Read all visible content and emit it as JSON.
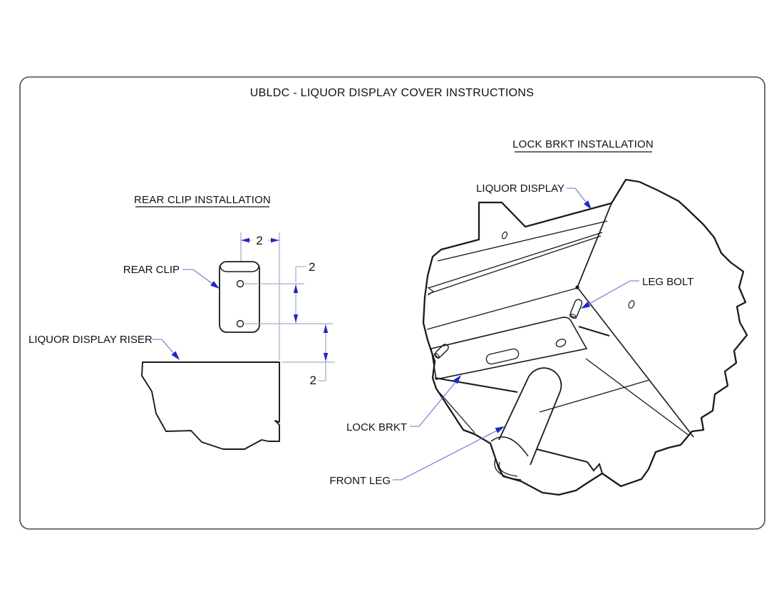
{
  "sheet": {
    "title": "UBLDC - LIQUOR DISPLAY COVER INSTRUCTIONS"
  },
  "rear_clip_view": {
    "header": "REAR CLIP INSTALLATION",
    "labels": {
      "rear_clip": "REAR CLIP",
      "riser": "LIQUOR DISPLAY RISER"
    },
    "dimensions": {
      "clip_width": "2",
      "hole_spacing": "2",
      "bottom_offset": "2"
    }
  },
  "lock_brkt_view": {
    "header": "LOCK BRKT INSTALLATION",
    "labels": {
      "liquor_display": "LIQUOR DISPLAY",
      "leg_bolt": "LEG BOLT",
      "lock_brkt": "LOCK BRKT",
      "front_leg": "FRONT LEG"
    }
  },
  "colors": {
    "line": "#1a1a1a",
    "border": "#4d4d4d",
    "leader": "#6b6fd0",
    "extension": "#9598bb",
    "arrow": "#2026c8",
    "text": "#111111"
  }
}
